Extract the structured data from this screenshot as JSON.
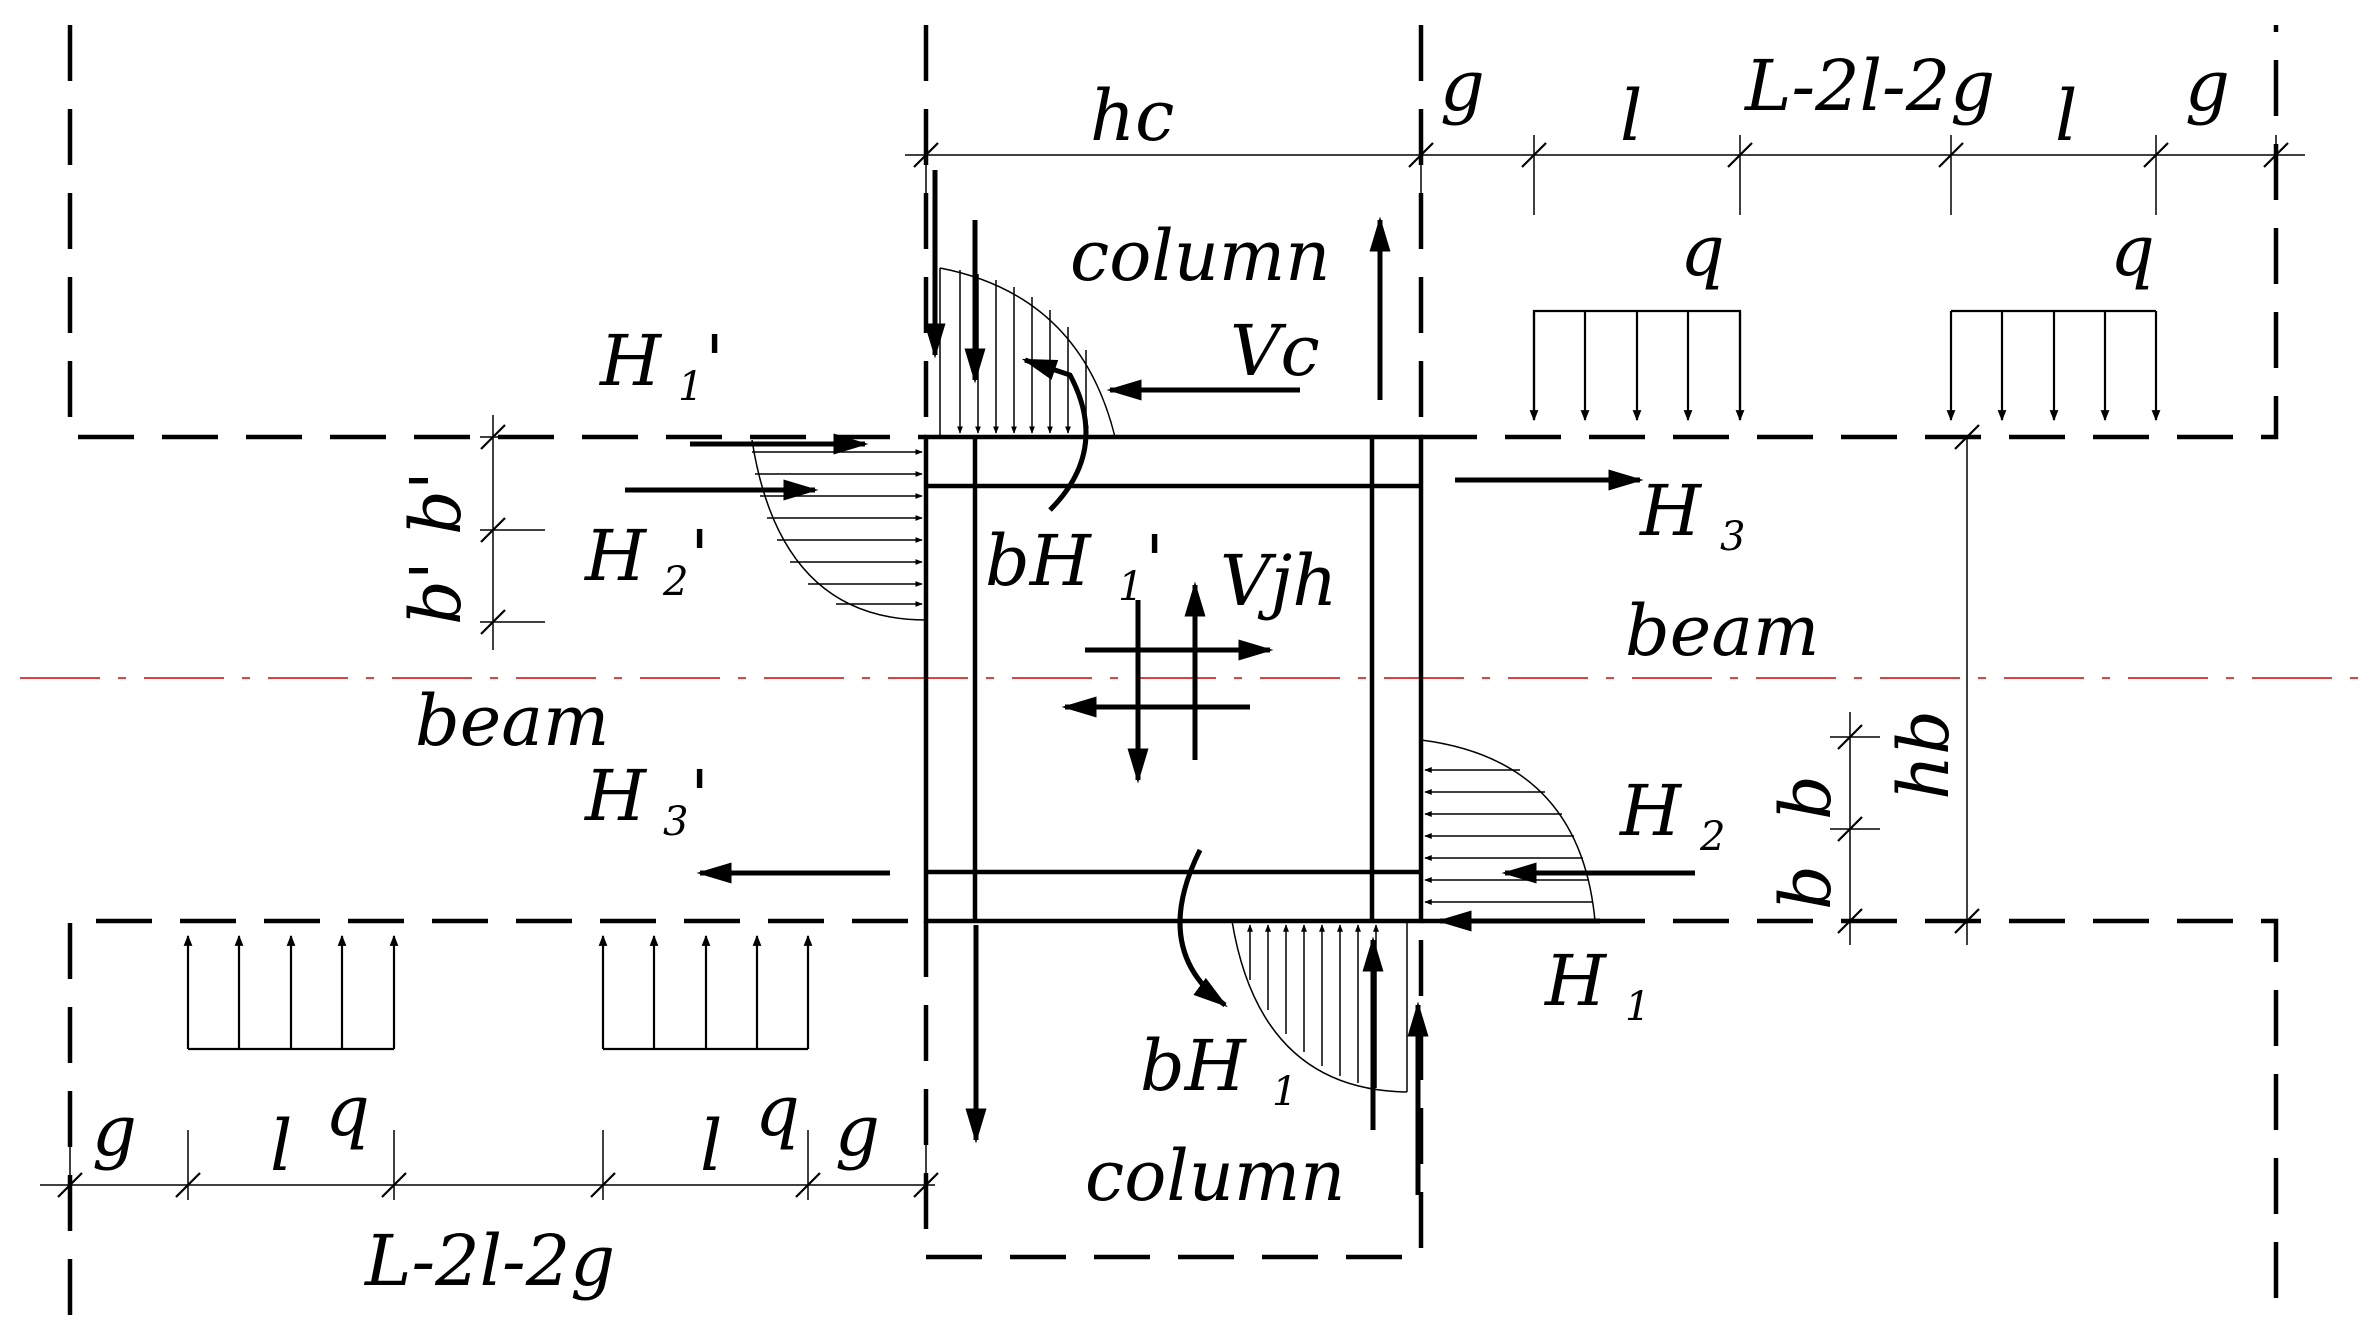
{
  "labels": {
    "hc": "hc",
    "g": "g",
    "l": "l",
    "span": "L-2l-2g",
    "q": "q",
    "column": "column",
    "beam": "beam",
    "Vc": "Vc",
    "Vjh": "Vjh",
    "H": "H",
    "bH": "bH",
    "hb": "hb",
    "b": "b",
    "b_prime": "b'",
    "prime": "'",
    "sub1": "1",
    "sub2": "2",
    "sub3": "3"
  }
}
